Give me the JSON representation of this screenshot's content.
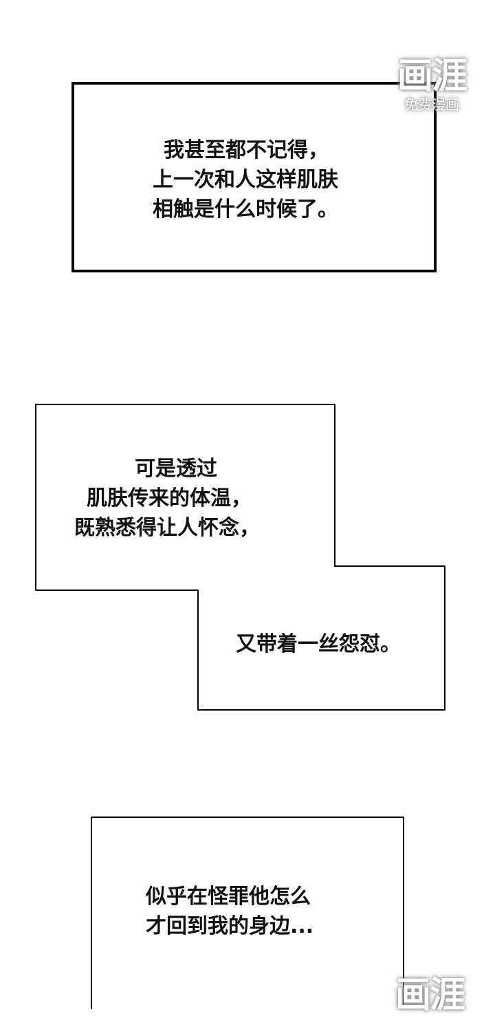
{
  "panels": [
    {
      "lines": [
        "我甚至都不记得，",
        "上一次和人这样肌肤",
        "相触是什么时候了。"
      ]
    },
    {
      "lines": [
        "可是透过",
        "肌肤传来的体温，",
        "既熟悉得让人怀念，"
      ]
    },
    {
      "lines": [
        "又带着一丝怨怼。"
      ]
    },
    {
      "lines": [
        "似乎在怪罪他怎么",
        "才回到我的身边..."
      ]
    }
  ],
  "watermark": {
    "logo": "画涯",
    "subtitle": "免费漫画"
  }
}
